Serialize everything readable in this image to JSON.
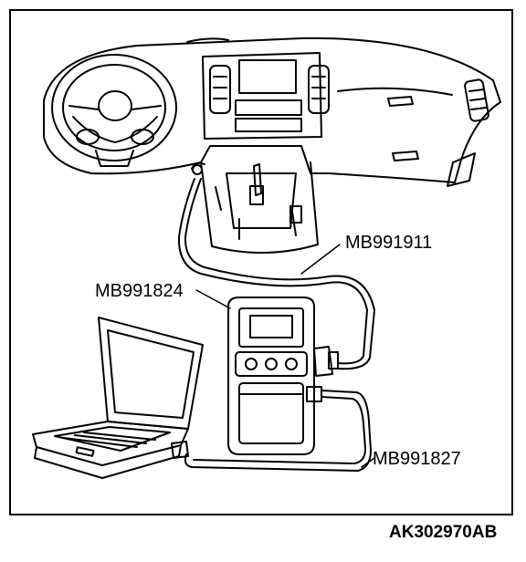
{
  "labels": {
    "cable_top": "MB991911",
    "scan_tool": "MB991824",
    "cable_bottom": "MB991827"
  },
  "figure_code": "AK302970AB",
  "colors": {
    "line": "#000000",
    "background": "#ffffff"
  }
}
